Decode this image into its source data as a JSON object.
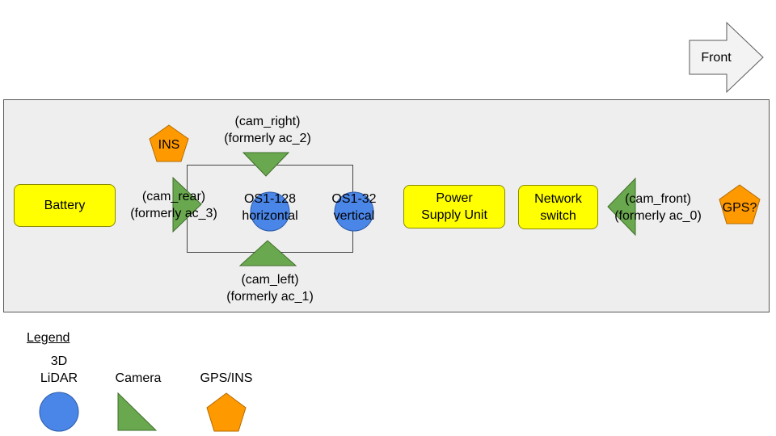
{
  "colors": {
    "vehicle_bg": "#eeeeee",
    "lidar": "#4a86e8",
    "camera": "#6aa84f",
    "gps_ins": "#ff9900",
    "component": "#ffff00",
    "arrow": "#f3f3f3"
  },
  "front_arrow": {
    "label": "Front"
  },
  "components": {
    "battery": "Battery",
    "psu_line1": "Power",
    "psu_line2": "Supply Unit",
    "switch_line1": "Network",
    "switch_line2": "switch"
  },
  "sensors": {
    "ins": "INS",
    "gps": "GPS?",
    "cam_right_line1": "(cam_right)",
    "cam_right_line2": "(formerly ac_2)",
    "cam_rear_line1": "(cam_rear)",
    "cam_rear_line2": "(formerly ac_3)",
    "cam_left_line1": "(cam_left)",
    "cam_left_line2": "(formerly ac_1)",
    "cam_front_line1": "(cam_front)",
    "cam_front_line2": "(formerly ac_0)",
    "os128_line1": "OS1-128",
    "os128_line2": "horizontal",
    "os32_line1": "OS1-32",
    "os32_line2": "vertical"
  },
  "legend": {
    "title": "Legend",
    "lidar_line1": "3D",
    "lidar_line2": "LiDAR",
    "camera": "Camera",
    "gps_ins": "GPS/INS"
  }
}
